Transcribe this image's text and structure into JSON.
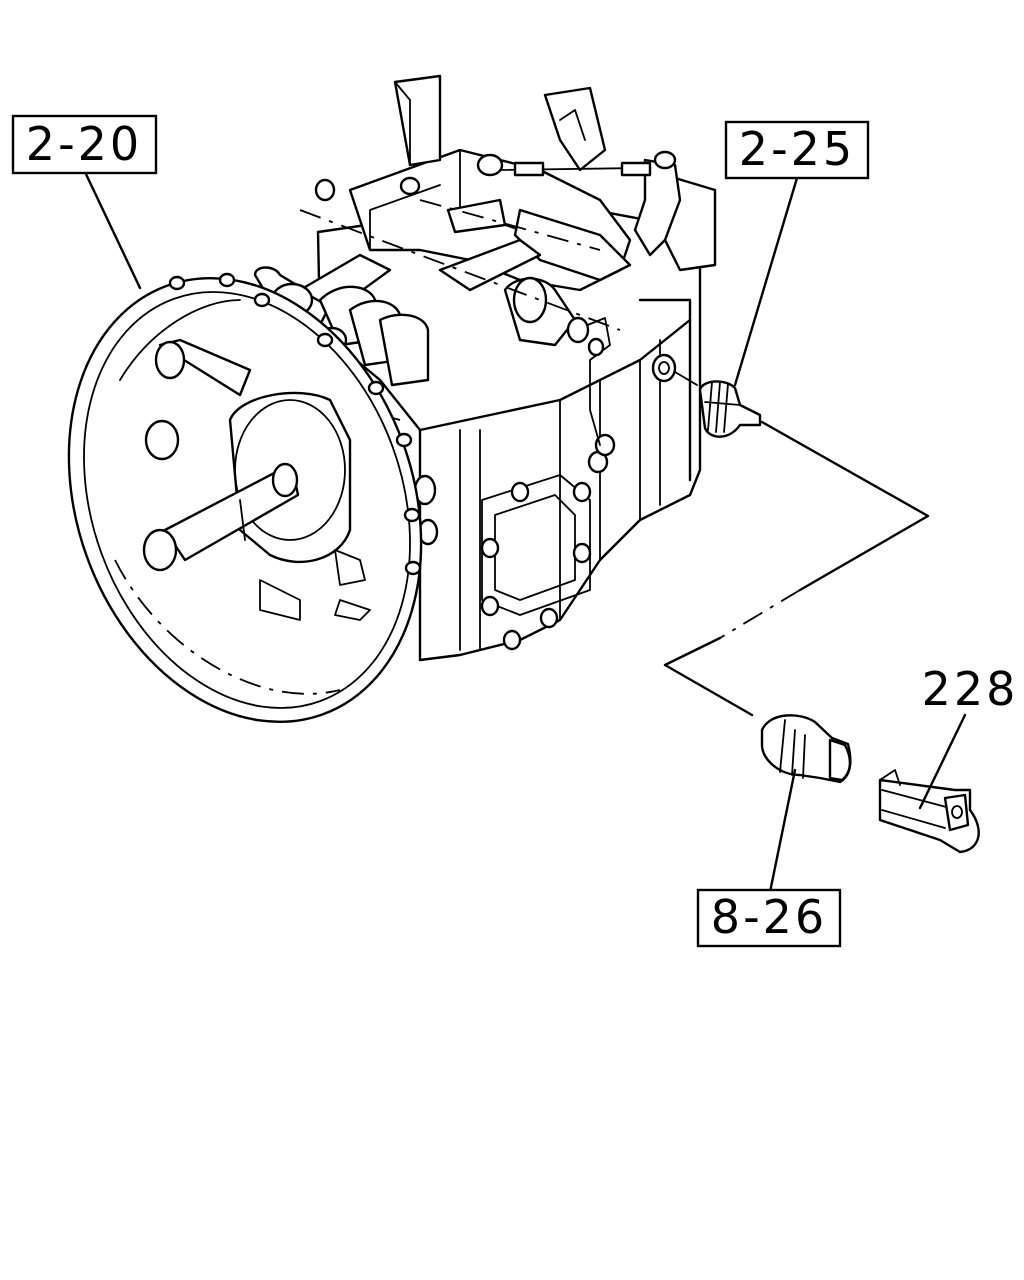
{
  "callouts": [
    {
      "id": "c1",
      "label": "2-20"
    },
    {
      "id": "c2",
      "label": "2-25"
    },
    {
      "id": "c3",
      "label": "228"
    },
    {
      "id": "c4",
      "label": "8-26"
    }
  ]
}
